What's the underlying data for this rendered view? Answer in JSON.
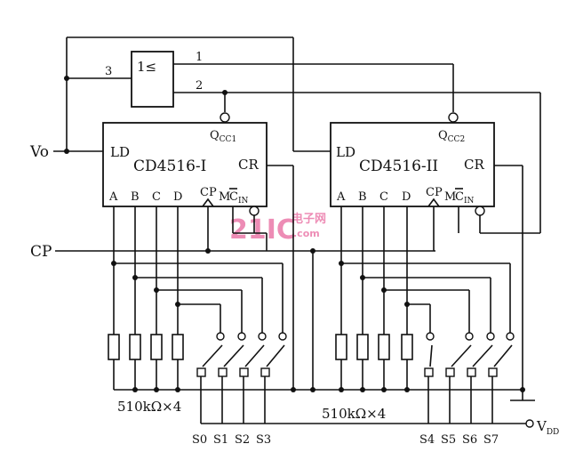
{
  "gate": {
    "symbol": "1≤",
    "in1": "1",
    "in2": "2",
    "out": "3"
  },
  "chip1": {
    "name": "CD4516-I",
    "ld": "LD",
    "cr": "CR",
    "qcc_main": "Q",
    "qcc_sub": "CC1",
    "pins": [
      "A",
      "B",
      "C",
      "D"
    ],
    "cp": "CP",
    "m": "M",
    "cin_main": "C",
    "cin_sub": "IN"
  },
  "chip2": {
    "name": "CD4516-II",
    "ld": "LD",
    "cr": "CR",
    "qcc_main": "Q",
    "qcc_sub": "CC2",
    "pins": [
      "A",
      "B",
      "C",
      "D"
    ],
    "cp": "CP",
    "m": "M",
    "cin_main": "C",
    "cin_sub": "IN"
  },
  "labels": {
    "vo": "Vo",
    "cp": "CP",
    "vdd_main": "V",
    "vdd_sub": "DD",
    "res1": "510kΩ×4",
    "res2": "510kΩ×4"
  },
  "switches": [
    "S0",
    "S1",
    "S2",
    "S3",
    "S4",
    "S5",
    "S6",
    "S7"
  ],
  "watermark": {
    "brand": "21IC",
    "sub_cn": "电子网",
    "sub_en": ".com"
  }
}
